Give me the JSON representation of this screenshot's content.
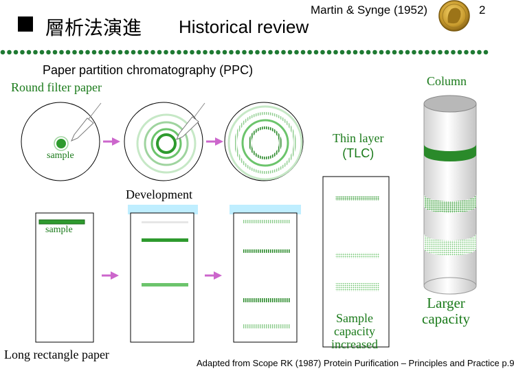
{
  "header": {
    "title_cjk": "層析法演進",
    "title_en": "Historical review",
    "authors": "Martin & Synge (1952)",
    "page_number": "2"
  },
  "labels": {
    "ppc": "Paper partition chromatography (PPC)",
    "round_filter": "Round filter paper",
    "column": "Column",
    "tlc": [
      "Thin layer",
      "(TLC)"
    ],
    "sample_round": "sample",
    "development": "Development",
    "sample_rect": "sample",
    "long_paper": "Long rectangle paper",
    "larger_capacity": [
      "Larger",
      "capacity"
    ],
    "sample_capacity": [
      "Sample",
      "capacity",
      "increased"
    ]
  },
  "reference": "Adapted from Scope RK (1987) Protein Purification – Principles and Practice p.9",
  "colors": {
    "green_dark": "#1a7a1a",
    "green_mid": "#33a033",
    "green_light": "#a8d8a8",
    "arrow": "#cc66cc",
    "solvent": "#bfeeff"
  },
  "icons": [
    "medal-icon",
    "pipette-icon",
    "arrow-icon"
  ]
}
